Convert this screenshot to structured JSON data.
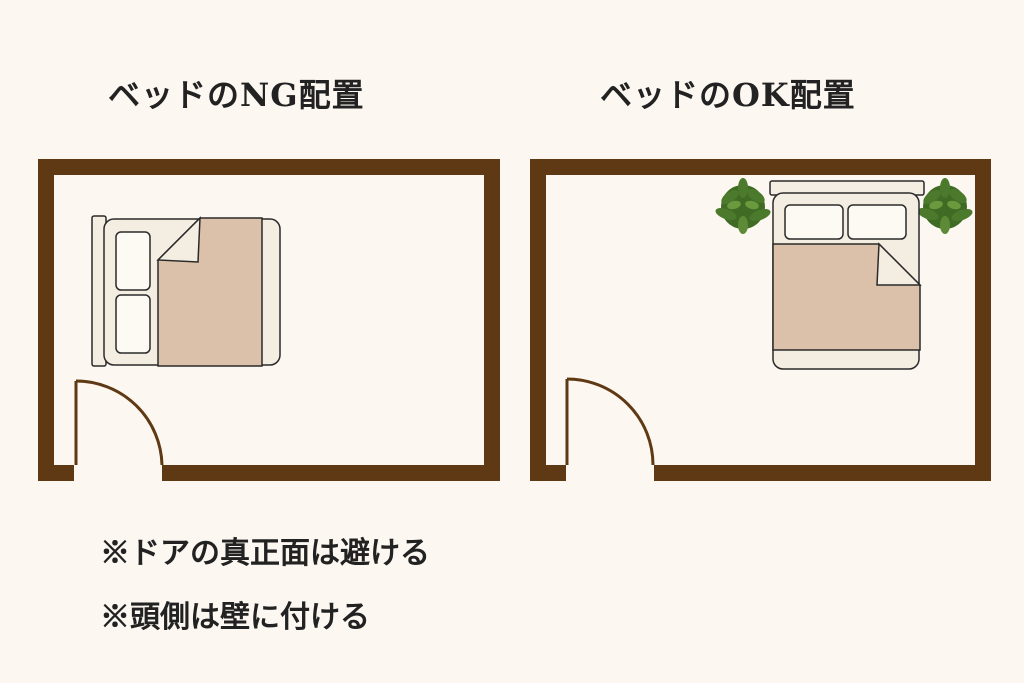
{
  "titles": {
    "ng": "ベッドのNG配置",
    "ok": "ベッドのOK配置"
  },
  "notes": [
    "※ドアの真正面は避ける",
    "※頭側は壁に付ける"
  ],
  "colors": {
    "background": "#fdf7f1",
    "wall": "#5e3914",
    "bed_frame": "#f4eee2",
    "bed_outline": "#2a2a2a",
    "blanket": "#dcc1aa",
    "plant": "#4c7a2c",
    "text": "#222222"
  },
  "icons": [
    "bed-icon",
    "door-icon",
    "plant-icon"
  ]
}
